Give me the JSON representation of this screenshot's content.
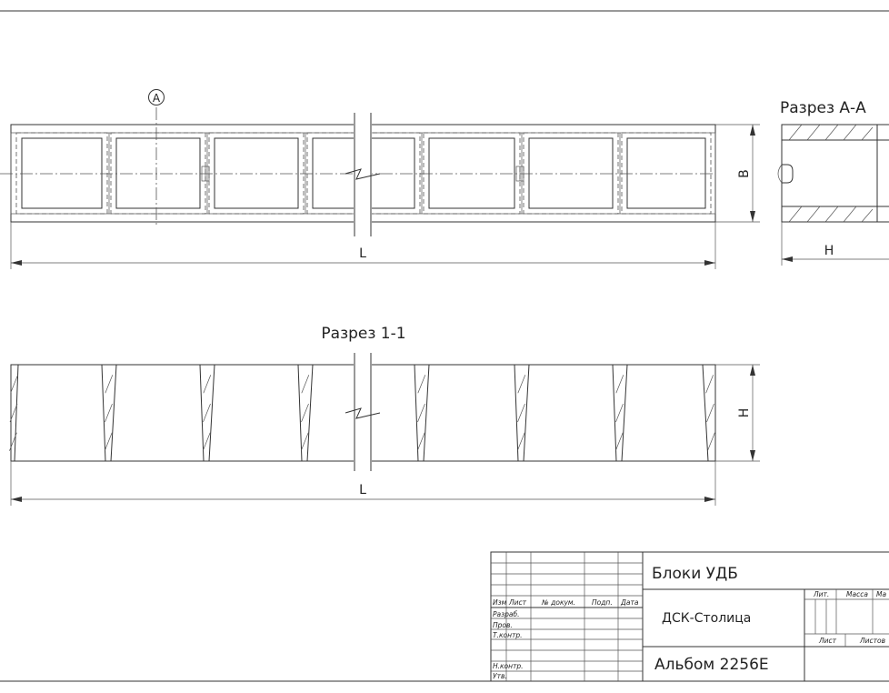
{
  "views": {
    "section_aa_title": "Разрез А-А",
    "section_11_title": "Разрез 1-1",
    "axis_marker": "А",
    "dim_length": "L",
    "dim_width": "B",
    "dim_height": "H"
  },
  "title_block": {
    "title": "Блоки УДБ",
    "organization": "ДСК-Столица",
    "album": "Альбом 2256Е",
    "col_headers": [
      "Изм",
      "Лист",
      "№ докум.",
      "Подп.",
      "Дата"
    ],
    "row_labels": [
      "Разраб.",
      "Пров.",
      "Т.контр.",
      "",
      "Н.контр.",
      "Утв."
    ],
    "stage_headers": [
      "Лит.",
      "Масса",
      "Ма"
    ],
    "sheet_label": "Лист",
    "sheets_label": "Листов"
  }
}
